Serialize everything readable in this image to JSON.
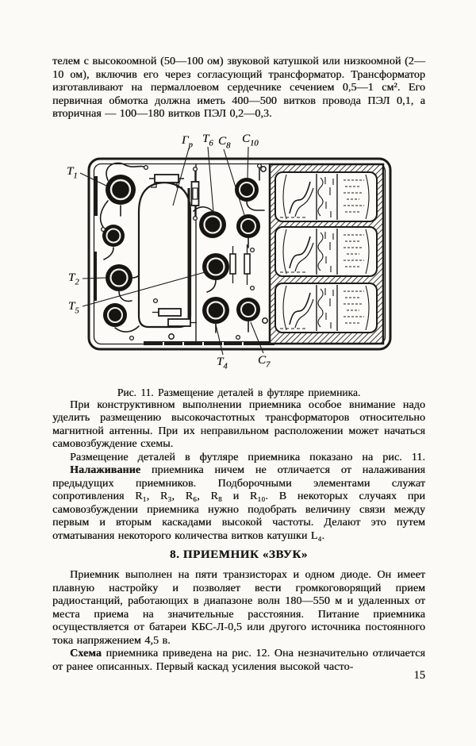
{
  "page": {
    "number": "15"
  },
  "section_heading": "8. ПРИЕМНИК «ЗВУК»",
  "paragraphs": {
    "p1": "телем с высокоомной (50—100 ом) звуковой катушкой или низкоомной (2—10 ом), включив его через согласующий трансформатор. Трансформатор изготавливают на пермаллоевом сердечнике сечением 0,5—1 см². Его первичная обмотка должна иметь 400—500 витков провода ПЭЛ 0,1, а вторичная — 100—180 витков ПЭЛ 0,2—0,3.",
    "p2": "При конструктивном выполнении приемника особое внимание надо уделить размещению высокочастотных трансформаторов относительно магнитной антенны. При их неправильном расположении может начаться самовозбуждение схемы.",
    "p3": "Размещение деталей в футляре приемника показано на рис. 11.",
    "p4_lead": "Налаживание",
    "p4_rest": " приемника ничем не отличается от налаживания предыдущих приемников. Подборочными элементами служат сопротивления R₁, R₃, R₆, R₈ и R₁₀. В некоторых случаях при самовозбуждении приемника нужно подобрать величину связи между первым и вторым каскадами высокой частоты. Делают это путем отматывания некоторого количества витков катушки L₄.",
    "p5": "Приемник выполнен на пяти транзисторах и одном диоде. Он имеет плавную настройку и позволяет вести громкоговорящий прием радиостанций, работающих в диапазоне волн 180—550 м и удаленных от места приема на значительные расстояния. Питание приемника осуществляется от батареи КБС-Л-0,5 или другого источника постоянного тока напряжением 4,5 в.",
    "p6_lead": "Схема",
    "p6_rest": " приемника приведена на рис. 12. Она незначительно отличается от ранее описанных. Первый каскад усиления высокой часто-"
  },
  "figure": {
    "caption": "Рис. 11. Размещение деталей в футляре приемника.",
    "labels": {
      "gr": {
        "main": "Г",
        "sub": "р"
      },
      "t6": {
        "main": "Т",
        "sub": "6"
      },
      "c8": {
        "main": "С",
        "sub": "8"
      },
      "c10": {
        "main": "С",
        "sub": "10"
      },
      "t1": {
        "main": "Т",
        "sub": "1"
      },
      "t2": {
        "main": "Т",
        "sub": "2"
      },
      "t5": {
        "main": "Т",
        "sub": "5"
      },
      "t4": {
        "main": "Т",
        "sub": "4"
      },
      "c7": {
        "main": "С",
        "sub": "7"
      }
    }
  },
  "colors": {
    "ink": "#1c1b18",
    "paper": "#fbfaf6"
  }
}
